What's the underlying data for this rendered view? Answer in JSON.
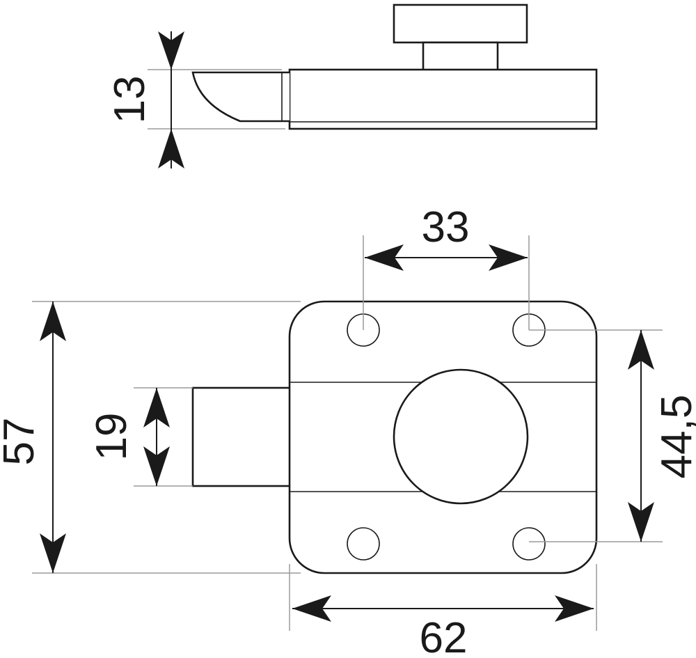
{
  "dimensions": {
    "side_height": "13",
    "hole_spacing_horizontal": "33",
    "overall_height": "57",
    "bolt_height": "19",
    "hole_spacing_vertical": "44,5",
    "overall_width": "62"
  }
}
